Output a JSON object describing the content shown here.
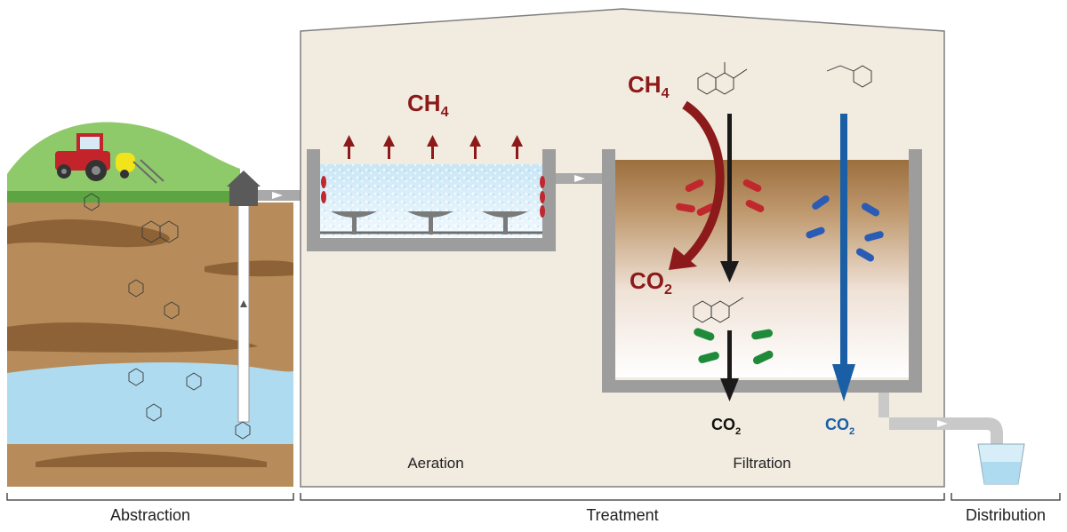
{
  "sections": {
    "abstraction": "Abstraction",
    "treatment": "Treatment",
    "distribution": "Distribution"
  },
  "stages": {
    "aeration": "Aeration",
    "filtration": "Filtration"
  },
  "gases": {
    "aeration_methane": {
      "base": "CH",
      "sub": "4"
    },
    "filtration_methane": {
      "base": "CH",
      "sub": "4"
    },
    "filtration_co2_red": {
      "base": "CO",
      "sub": "2"
    },
    "co2_black": {
      "base": "CO",
      "sub": "2"
    },
    "co2_blue": {
      "base": "CO",
      "sub": "2"
    }
  },
  "colors": {
    "methane": "#8c1a1a",
    "co2_blue": "#1a5fa6",
    "building": "#f2ebe0",
    "soil": "#b78c5a",
    "groundwater": "#aedbef",
    "bacteria_red": "#c0282e",
    "bacteria_green": "#1f8a3a",
    "bacteria_blue": "#2a5bb5"
  },
  "icons": [
    "tractor-icon",
    "well-house-icon",
    "glass-icon",
    "molecule-icon",
    "bacteria-icon"
  ]
}
